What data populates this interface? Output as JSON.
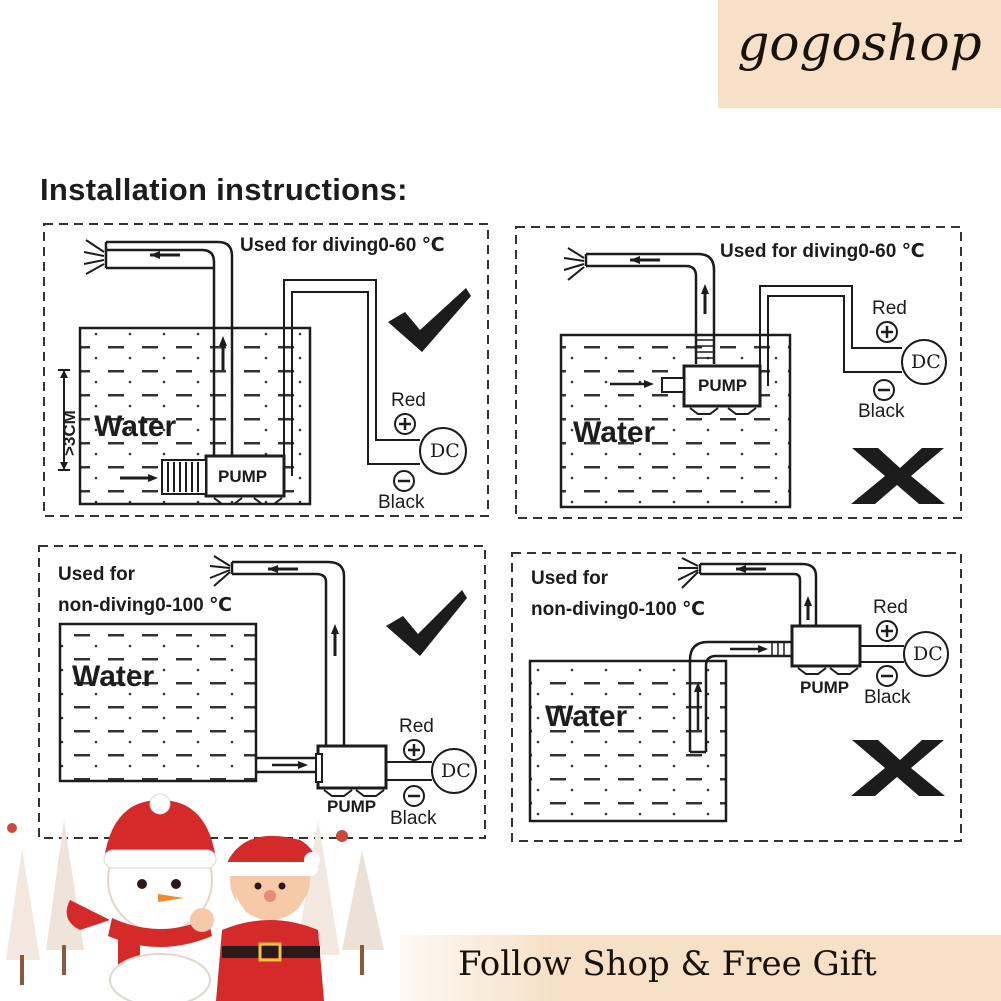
{
  "brand": {
    "name": "gogoshop"
  },
  "title": "Installation instructions:",
  "panels": [
    {
      "id": "panel-1",
      "label_line1": "Used for diving0-60 ℃",
      "label_line2": "",
      "water": "Water",
      "pump": "PUMP",
      "red": "Red",
      "black": "Black",
      "dc": "DC",
      "depth": ">3CM",
      "verdict": "correct"
    },
    {
      "id": "panel-2",
      "label_line1": "Used for diving0-60 ℃",
      "label_line2": "",
      "water": "Water",
      "pump": "PUMP",
      "red": "Red",
      "black": "Black",
      "dc": "DC",
      "verdict": "incorrect"
    },
    {
      "id": "panel-3",
      "label_line1": "Used for",
      "label_line2": "non-diving0-100 ℃",
      "water": "Water",
      "pump": "PUMP",
      "red": "Red",
      "black": "Black",
      "dc": "DC",
      "verdict": "correct"
    },
    {
      "id": "panel-4",
      "label_line1": "Used for",
      "label_line2": "non-diving0-100 ℃",
      "water": "Water",
      "pump": "PUMP",
      "red": "Red",
      "black": "Black",
      "dc": "DC",
      "verdict": "incorrect"
    }
  ],
  "symbols": {
    "plus": "+",
    "minus": "−"
  },
  "footer": {
    "text": "Follow Shop & Free Gift"
  },
  "colors": {
    "banner": "#f6e1c8",
    "ink": "#1c1c1c",
    "santa_red": "#d42a2a",
    "snow": "#ffffff"
  }
}
